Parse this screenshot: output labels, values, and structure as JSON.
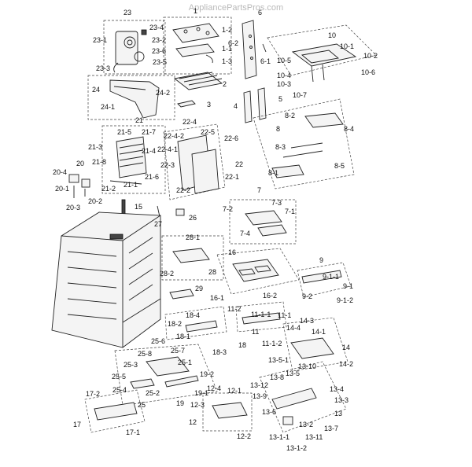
{
  "watermark": "AppliancePartsPros.com",
  "callouts": {
    "c23": "23",
    "c23_4": "23-4",
    "c23_2": "23-2",
    "c23_1": "23-1",
    "c23_6": "23-6",
    "c23_5": "23-5",
    "c23_3": "23-3",
    "c24": "24",
    "c24_2": "24-2",
    "c24_1": "24-1",
    "c1": "1",
    "c1_2": "1-2",
    "c1_1": "1-1",
    "c1_3": "1-3",
    "c2": "2",
    "c3": "3",
    "c6": "6",
    "c6_2": "6-2",
    "c6_1": "6-1",
    "c4": "4",
    "c5": "5",
    "c10": "10",
    "c10_1": "10-1",
    "c10_2": "10-2",
    "c10_5": "10-5",
    "c10_4": "10-4",
    "c10_6": "10-6",
    "c10_3": "10-3",
    "c10_7": "10-7",
    "c8_2": "8-2",
    "c8": "8",
    "c8_4": "8-4",
    "c8_3": "8-3",
    "c8_5": "8-5",
    "c8_1": "8-1",
    "c21": "21",
    "c21_5": "21-5",
    "c21_7": "21-7",
    "c21_3": "21-3",
    "c21_4": "21-4",
    "c21_8": "21-8",
    "c21_6": "21-6",
    "c21_2": "21-2",
    "c21_1": "21-1",
    "c22_4": "22-4",
    "c22_5": "22-5",
    "c22_4_2": "22-4-2",
    "c22_6": "22-6",
    "c22_4_1": "22-4-1",
    "c22_3": "22-3",
    "c22": "22",
    "c22_1": "22-1",
    "c22_2": "22-2",
    "c20": "20",
    "c20_4": "20-4",
    "c20_1": "20-1",
    "c20_2": "20-2",
    "c20_3": "20-3",
    "c7": "7",
    "c7_2": "7-2",
    "c7_3": "7-3",
    "c7_1": "7-1",
    "c7_4": "7-4",
    "c15": "15",
    "c27": "27",
    "c26": "26",
    "c28_1": "28-1",
    "c28_2": "28-2",
    "c28": "28",
    "c29": "29",
    "c16": "16",
    "c16_1": "16-1",
    "c16_2": "16-2",
    "c9": "9",
    "c9_1_1": "9-1-1",
    "c9_1": "9-1",
    "c9_2": "9-2",
    "c9_1_2": "9-1-2",
    "c11_2": "11-2",
    "c11_1_1": "11-1-1",
    "c11_1": "11-1",
    "c11": "11",
    "c11_1_2": "11-1-2",
    "c14_3": "14-3",
    "c14_4": "14-4",
    "c14_1": "14-1",
    "c14": "14",
    "c14_2": "14-2",
    "c13_5_1": "13-5-1",
    "c13_10": "13-10",
    "c13_5": "13-5",
    "c13_4": "13-4",
    "c13_8": "13-8",
    "c13_12": "13-12",
    "c13_9": "13-9",
    "c13_3": "13-3",
    "c13_6": "13-6",
    "c13": "13",
    "c13_2": "13-2",
    "c13_7": "13-7",
    "c13_1_1": "13-1-1",
    "c13_11": "13-11",
    "c13_1_2": "13-1-2",
    "c18_4": "18-4",
    "c18_2": "18-2",
    "c18_1": "18-1",
    "c18": "18",
    "c18_3": "18-3",
    "c25_6": "25-6",
    "c25_8": "25-8",
    "c25_7": "25-7",
    "c25_3": "25-3",
    "c25_1": "25-1",
    "c25_5": "25-5",
    "c19_2": "19-2",
    "c25_4": "25-4",
    "c25_2": "25-2",
    "c25": "25",
    "c19": "19",
    "c12_4": "12-4",
    "c12_1": "12-1",
    "c19_1": "19-1",
    "c12_3": "12-3",
    "c12": "12",
    "c12_2": "12-2",
    "c17_2": "17-2",
    "c17": "17",
    "c17_1": "17-1"
  }
}
